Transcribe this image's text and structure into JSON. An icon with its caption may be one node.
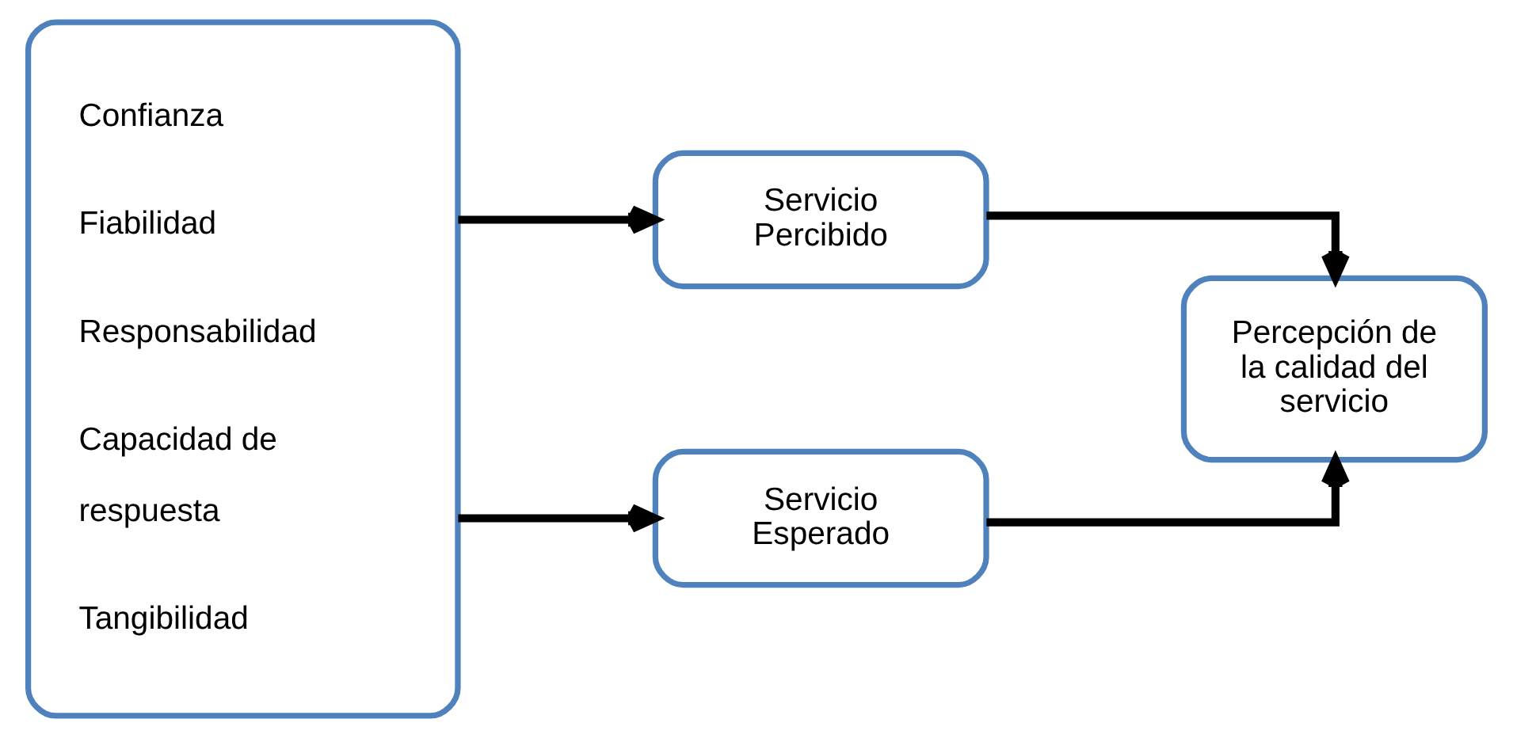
{
  "diagram": {
    "nodes": [
      {
        "text": [
          "Confianza",
          "Fiabilidad",
          "Responsabilidad",
          "Capacidad de respuesta",
          "Tangibilidad"
        ]
      },
      {
        "text": [
          "Servicio Percibido"
        ]
      },
      {
        "text": [
          "Servicio Esperado"
        ]
      },
      {
        "text": [
          "Percepción de la calidad del servicio"
        ]
      }
    ],
    "edges": [
      {
        "from": 0,
        "to": 1,
        "arrow": "to"
      },
      {
        "from": 0,
        "to": 2,
        "arrow": "to"
      },
      {
        "from": 1,
        "to": 3,
        "arrow": "to"
      },
      {
        "from": 2,
        "to": 3,
        "arrow": "to"
      }
    ]
  }
}
